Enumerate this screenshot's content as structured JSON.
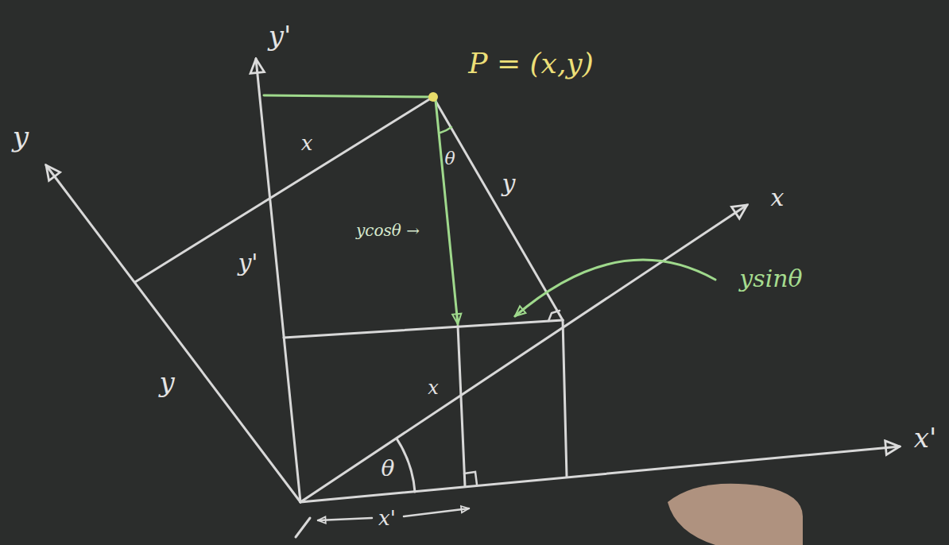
{
  "diagram": {
    "labels": [
      "y'",
      "P = (x,y)",
      "y",
      "x",
      "θ",
      "y",
      "ycosθ →",
      "x",
      "ysinθ",
      "y'",
      "y",
      "x",
      "θ",
      "x'",
      "x'"
    ]
  }
}
